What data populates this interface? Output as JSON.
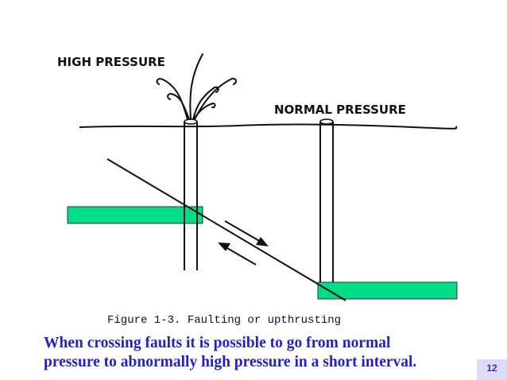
{
  "diagram": {
    "labels": {
      "high_pressure": "HIGH PRESSURE",
      "normal_pressure": "NORMAL PRESSURE"
    },
    "figure_caption": "Figure 1-3. Faulting or upthrusting",
    "colors": {
      "formation": "#00dd88",
      "line": "#111111"
    }
  },
  "caption": {
    "line1": "When crossing faults it is possible to go from normal",
    "line2": "pressure to abnormally high pressure in a short interval.",
    "color": "#2222cc"
  },
  "slide": {
    "number": "12"
  }
}
